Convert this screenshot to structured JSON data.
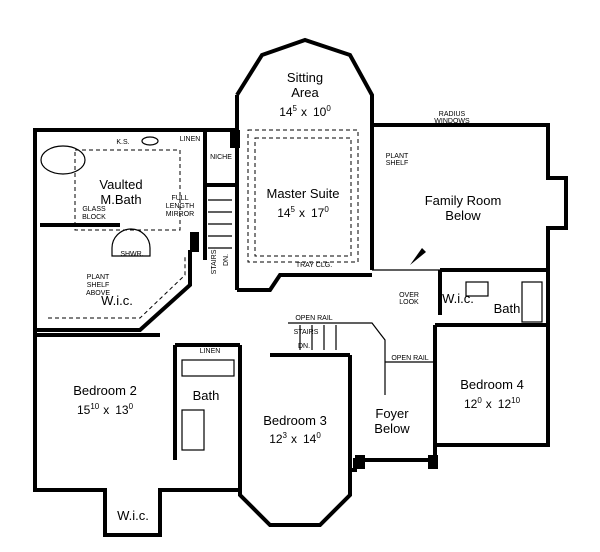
{
  "rooms": {
    "sitting": {
      "name1": "Sitting",
      "name2": "Area",
      "dim_a": "14",
      "dim_a_sup": "5",
      "dim_b": "10",
      "dim_b_sup": "0"
    },
    "master_suite": {
      "name": "Master Suite",
      "dim_a": "14",
      "dim_a_sup": "5",
      "dim_b": "17",
      "dim_b_sup": "0"
    },
    "master_bath": {
      "name1": "Vaulted",
      "name2": "M.Bath"
    },
    "master_wic": {
      "name": "W.i.c."
    },
    "family_room": {
      "name1": "Family Room",
      "name2": "Below"
    },
    "bedroom2": {
      "name": "Bedroom 2",
      "dim_a": "15",
      "dim_a_sup": "10",
      "dim_b": "13",
      "dim_b_sup": "0"
    },
    "bedroom3": {
      "name": "Bedroom 3",
      "dim_a": "12",
      "dim_a_sup": "3",
      "dim_b": "14",
      "dim_b_sup": "0"
    },
    "bedroom4": {
      "name": "Bedroom 4",
      "dim_a": "12",
      "dim_a_sup": "0",
      "dim_b": "12",
      "dim_b_sup": "10"
    },
    "foyer": {
      "name1": "Foyer",
      "name2": "Below"
    },
    "bath_center": {
      "name": "Bath"
    },
    "bath_right": {
      "name": "Bath"
    },
    "wic_right": {
      "name": "W.i.c."
    },
    "wic_bottom": {
      "name": "W.i.c."
    }
  },
  "dim_separator": "x",
  "notes": {
    "ks": "K.S.",
    "linen_top": "LINEN",
    "niche": "NICHE",
    "glass_block1": "GLASS",
    "glass_block2": "BLOCK",
    "full_length1": "FULL",
    "full_length2": "LENGTH",
    "full_length3": "MIRROR",
    "shwr": "SHWR.",
    "plant_shelf_above1": "PLANT",
    "plant_shelf_above2": "SHELF",
    "plant_shelf_above3": "ABOVE",
    "stairs_left": "STAIRS",
    "dn_left": "DN.",
    "tray_clg": "TRAY CLG.",
    "radius_windows1": "RADIUS",
    "radius_windows2": "WINDOWS",
    "plant_shelf1": "PLANT",
    "plant_shelf2": "SHELF",
    "over_look1": "OVER",
    "over_look2": "LOOK",
    "open_rail_top": "OPEN RAIL",
    "stairs_center": "STAIRS",
    "dn_center": "DN.",
    "open_rail_right": "OPEN RAIL",
    "linen_center": "LINEN"
  }
}
